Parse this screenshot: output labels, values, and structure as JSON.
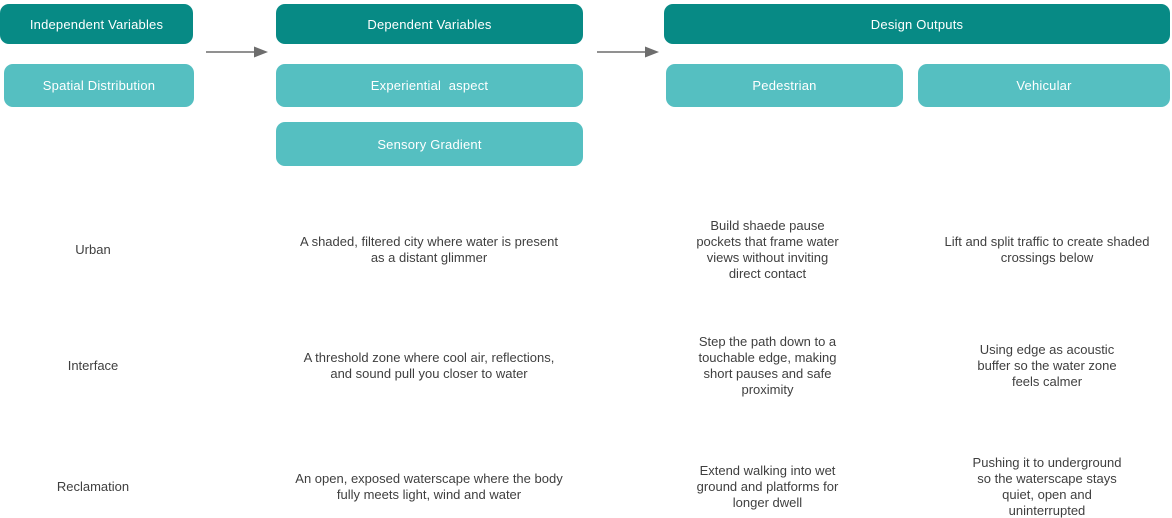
{
  "palette": {
    "header_box": "#078a85",
    "chip_box": "#55bfc1",
    "arrow": "#6d6d6d",
    "body_text": "#3f3f3f",
    "box_text": "#ffffff"
  },
  "diagram": {
    "independent": {
      "header": "Independent Variables",
      "chips": [
        "Spatial Distribution"
      ]
    },
    "dependent": {
      "header": "Dependent Variables",
      "chips": [
        "Experiential  aspect",
        "Sensory Gradient"
      ]
    },
    "outputs": {
      "header": "Design Outputs",
      "chips": [
        "Pedestrian",
        "Vehicular"
      ]
    }
  },
  "rows": [
    {
      "label": "Urban",
      "dependent": "A shaded, filtered city where water is present\nas a distant glimmer",
      "pedestrian": "Build shaede pause\npockets that frame water\nviews without inviting\ndirect contact",
      "vehicular": "Lift and split traffic to create shaded\ncrossings below"
    },
    {
      "label": "Interface",
      "dependent": "A threshold zone where cool air, reflections,\nand sound pull you closer to water",
      "pedestrian": "Step the path down to a\ntouchable edge, making\nshort pauses and safe\nproximity",
      "vehicular": "Using edge as acoustic\nbuffer so the water zone\nfeels calmer"
    },
    {
      "label": "Reclamation",
      "dependent": "An open, exposed waterscape where the body\nfully meets light, wind and water",
      "pedestrian": "Extend walking into wet\nground and platforms for\nlonger dwell",
      "vehicular": "Pushing it to underground\nso the waterscape stays\nquiet, open and\nuninterrupted"
    }
  ]
}
